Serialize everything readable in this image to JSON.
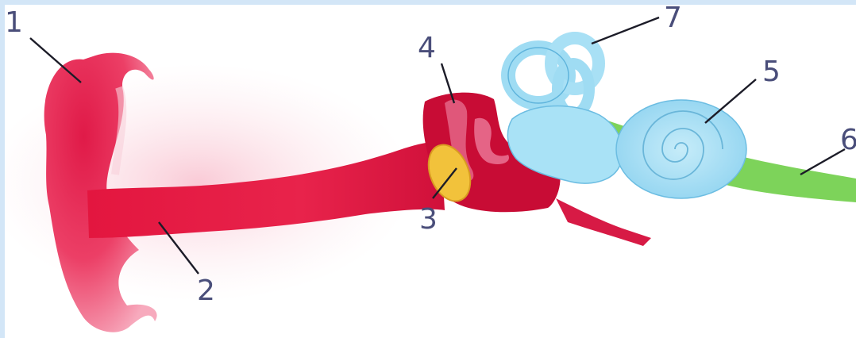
{
  "diagram": {
    "labels": [
      {
        "id": "1",
        "text": "1"
      },
      {
        "id": "2",
        "text": "2"
      },
      {
        "id": "3",
        "text": "3"
      },
      {
        "id": "4",
        "text": "4"
      },
      {
        "id": "5",
        "text": "5"
      },
      {
        "id": "6",
        "text": "6"
      },
      {
        "id": "7",
        "text": "7"
      }
    ],
    "colors": {
      "outer_ear": "#e8294f",
      "outer_ear_light": "#f5a5b8",
      "ear_canal": "#e5143f",
      "middle_ear": "#c80c35",
      "eardrum": "#f2c23b",
      "inner_ear": "#9fdcf3",
      "inner_ear_outline": "#5fb4dc",
      "nerve": "#7dd35a",
      "label_text": "#4a4e7a",
      "leader": "#1c1c28",
      "page_border": "#d3e6f7"
    }
  }
}
